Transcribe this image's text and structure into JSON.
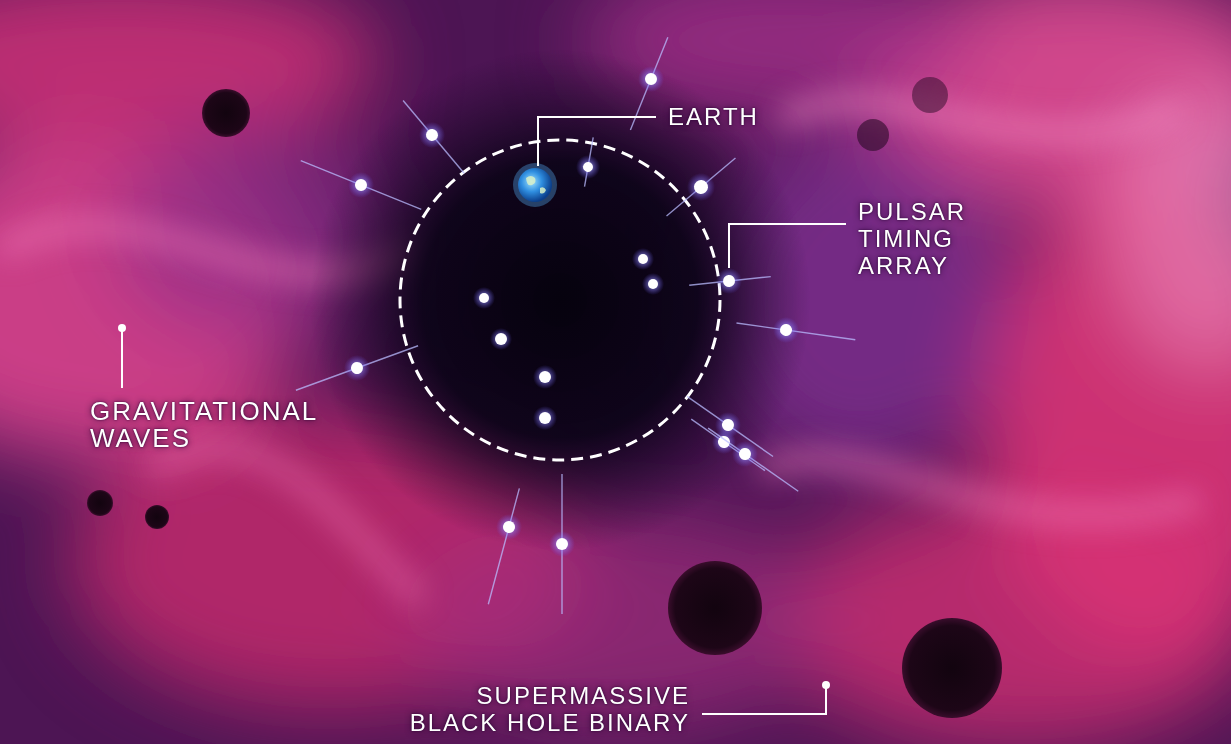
{
  "diagram": {
    "labels": [
      "EARTH",
      "PULSAR TIMING ARRAY",
      "GRAVITATIONAL WAVES",
      "SUPERMASSIVE BLACK HOLE BINARY"
    ]
  }
}
